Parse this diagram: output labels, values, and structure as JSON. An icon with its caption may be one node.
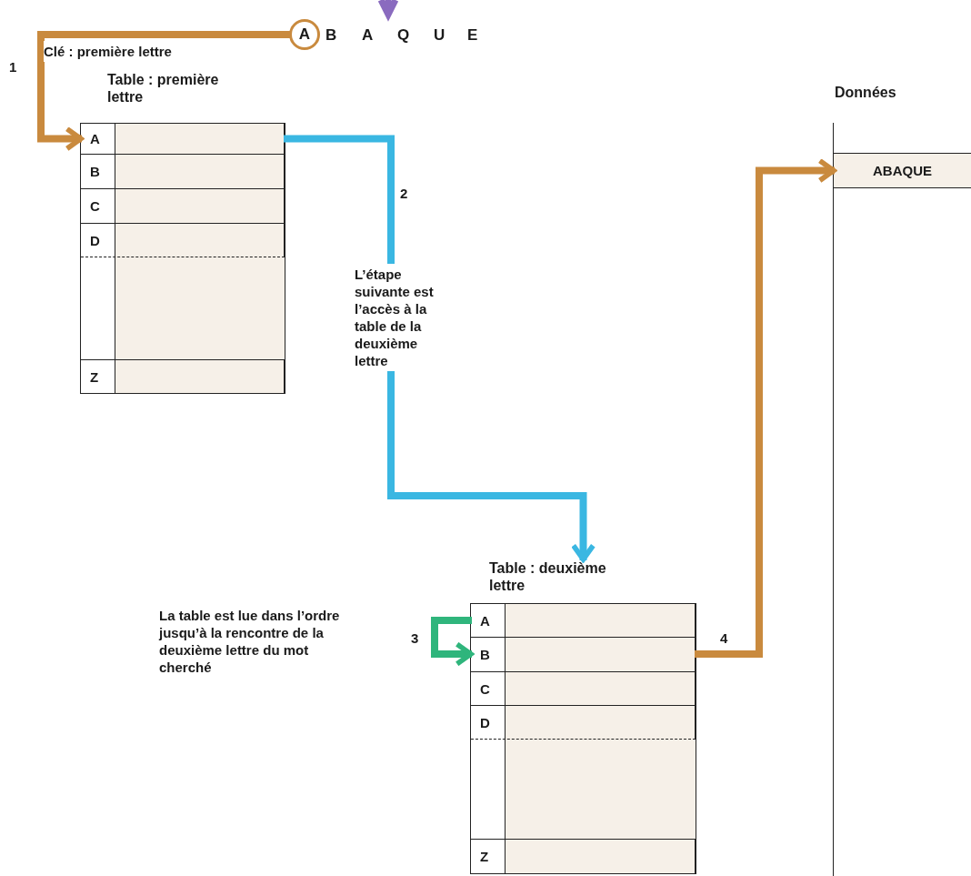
{
  "diagram": {
    "nodes": [
      {
        "text": [
          "A"
        ]
      },
      {
        "text": [
          "Table : première lettre"
        ]
      },
      {
        "text": [
          "A"
        ],
        "in": 1
      },
      {
        "text": [
          "B"
        ],
        "in": 1
      },
      {
        "text": [
          "C"
        ],
        "in": 1
      },
      {
        "text": [
          "D"
        ],
        "in": 1
      },
      {
        "text": [
          "Z"
        ],
        "in": 1
      },
      {
        "text": [
          "Table : deuxième lettre"
        ]
      },
      {
        "text": [
          "A"
        ],
        "in": 7
      },
      {
        "text": [
          "B"
        ],
        "in": 7
      },
      {
        "text": [
          "C"
        ],
        "in": 7
      },
      {
        "text": [
          "D"
        ],
        "in": 7
      },
      {
        "text": [
          "Z"
        ],
        "in": 7
      },
      {
        "text": [
          "Données"
        ]
      },
      {
        "text": [
          "ABAQUE"
        ],
        "in": 13
      }
    ],
    "edges": [
      {
        "from": 0,
        "to": 2,
        "arrow": "to",
        "label": "Clé : première lettre",
        "color": "#c98a3e"
      },
      {
        "from": 2,
        "to": 7,
        "arrow": "to",
        "label": "L’étape suivante est l’accès à la table de la deuxième lettre",
        "color": "#3ab7e2"
      },
      {
        "from": 8,
        "to": 9,
        "arrow": "to",
        "color": "#2fb57c"
      },
      {
        "from": 9,
        "to": 14,
        "arrow": "to",
        "color": "#c98a3e"
      }
    ],
    "labels": [
      "B",
      "A",
      "Q",
      "U",
      "E",
      "1",
      "2",
      "La table est lue dans l’ordre jusqu’à la rencontre de la deuxième lettre du mot cherché",
      "3",
      "4"
    ]
  }
}
